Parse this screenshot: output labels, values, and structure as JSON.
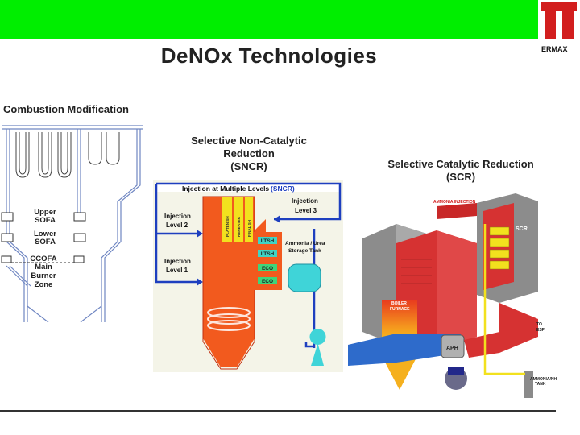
{
  "header": {
    "bar_color": "#00EE00",
    "logo_text": "ERMAX",
    "logo_color": "#D21E1E"
  },
  "title": "DeNOx Technologies",
  "panels": {
    "combustion": {
      "title": "Combustion Modification",
      "labels": {
        "upper_sofa": [
          "Upper",
          "SOFA"
        ],
        "lower_sofa": [
          "Lower",
          "SOFA"
        ],
        "ccofa": "CCOFA",
        "main_burner": [
          "Main",
          "Burner",
          "Zone"
        ]
      }
    },
    "sncr": {
      "title": [
        "Selective Non-Catalytic",
        "Reduction",
        "(SNCR)"
      ],
      "banner": "Injection at Multiple Levels",
      "banner_tag": "(SNCR)",
      "level2": [
        "Injection",
        "Level  2"
      ],
      "level1": [
        "Injection",
        "Level  1"
      ],
      "level3": [
        "Injection",
        "Level 3"
      ],
      "tank": [
        "Ammonia / Urea",
        "Storage Tank"
      ],
      "tubes": [
        "PLATEN SH",
        "REHEATER",
        "FINAL SH"
      ],
      "banks": [
        "LTSH",
        "LTSH",
        "ECO",
        "ECO"
      ]
    },
    "scr": {
      "title": "Selective Catalytic Reduction (SCR)",
      "labels": {
        "grid": [
          "AMMONIA INJECTION",
          "GRID"
        ],
        "scr": "SCR",
        "furnace": [
          "BOILER",
          "FURNACE"
        ],
        "aph": "APH",
        "esp": [
          "TO",
          "ESP"
        ],
        "ammonia": [
          "AMMONIA/NH",
          "TANK"
        ]
      }
    }
  }
}
